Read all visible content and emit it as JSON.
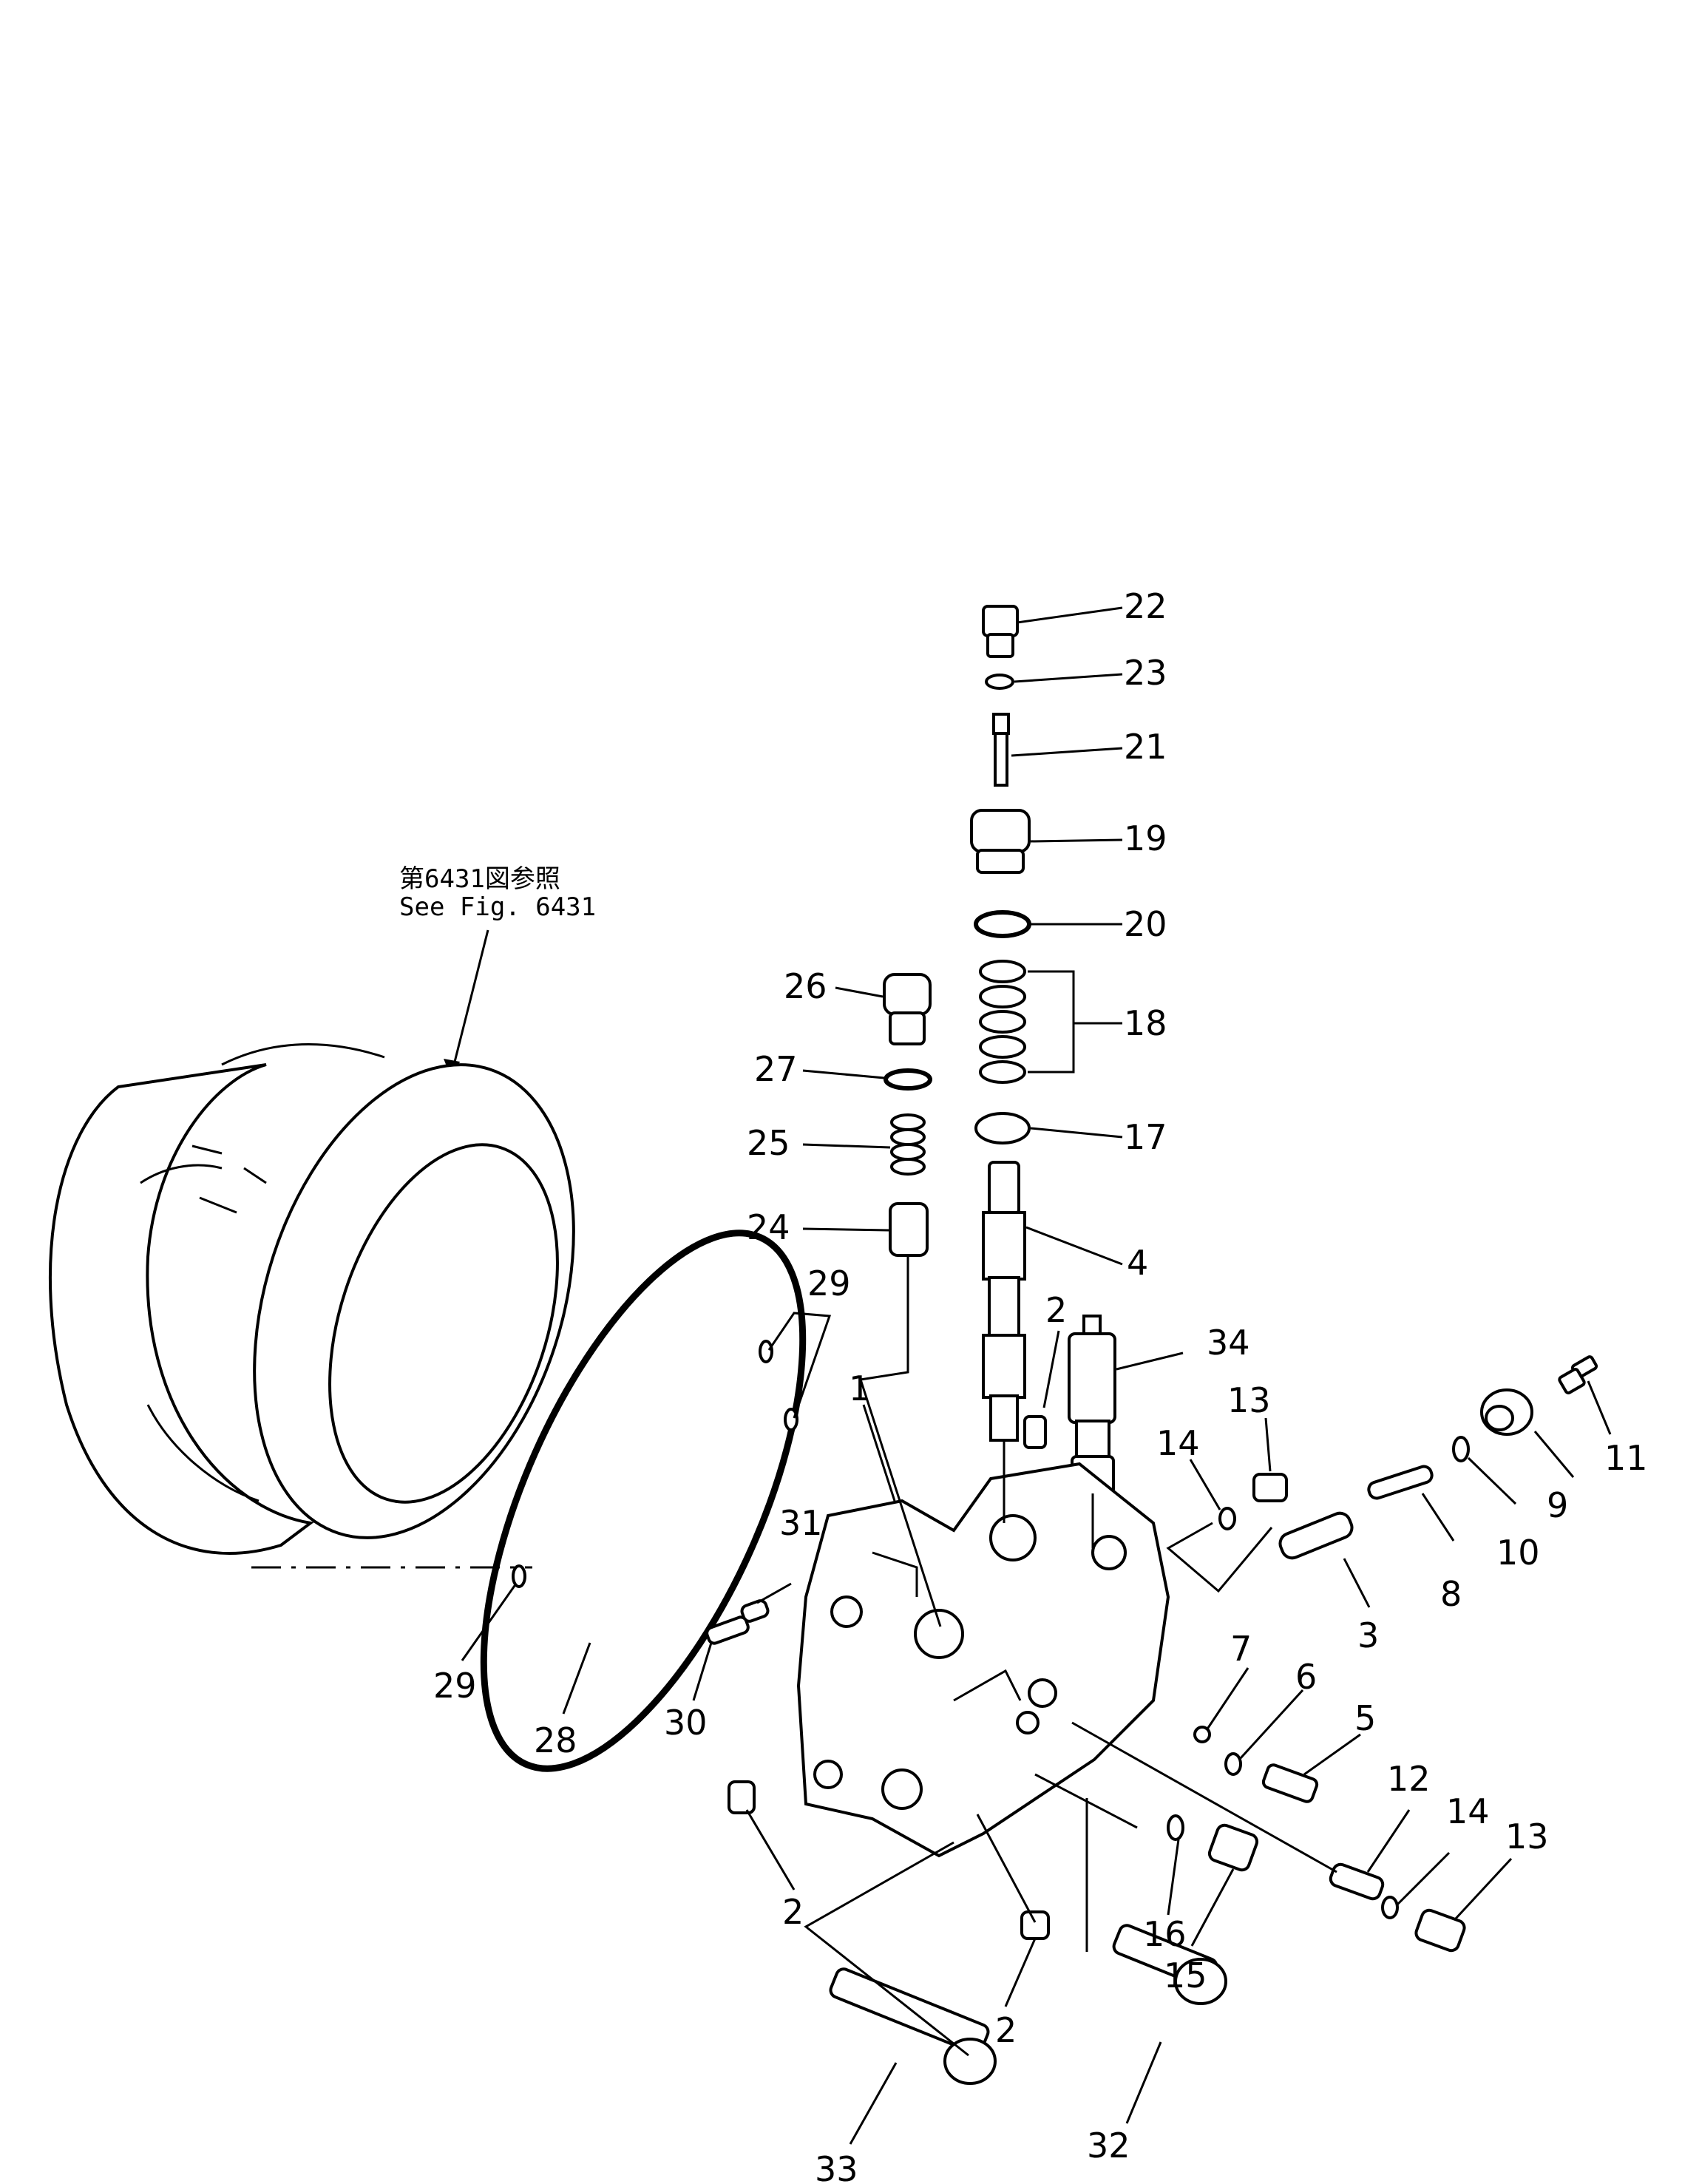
{
  "reference_note": {
    "jp": "第6431図参照",
    "en": "See Fig. 6431"
  },
  "callouts": [
    {
      "id": "22",
      "text": "22"
    },
    {
      "id": "23",
      "text": "23"
    },
    {
      "id": "21",
      "text": "21"
    },
    {
      "id": "19",
      "text": "19"
    },
    {
      "id": "20",
      "text": "20"
    },
    {
      "id": "18",
      "text": "18"
    },
    {
      "id": "26",
      "text": "26"
    },
    {
      "id": "27",
      "text": "27"
    },
    {
      "id": "17",
      "text": "17"
    },
    {
      "id": "25",
      "text": "25"
    },
    {
      "id": "24",
      "text": "24"
    },
    {
      "id": "4",
      "text": "4"
    },
    {
      "id": "29a",
      "text": "29"
    },
    {
      "id": "2a",
      "text": "2"
    },
    {
      "id": "34",
      "text": "34"
    },
    {
      "id": "1",
      "text": "1"
    },
    {
      "id": "13a",
      "text": "13"
    },
    {
      "id": "14a",
      "text": "14"
    },
    {
      "id": "11",
      "text": "11"
    },
    {
      "id": "9",
      "text": "9"
    },
    {
      "id": "31",
      "text": "31"
    },
    {
      "id": "10",
      "text": "10"
    },
    {
      "id": "8",
      "text": "8"
    },
    {
      "id": "3",
      "text": "3"
    },
    {
      "id": "29b",
      "text": "29"
    },
    {
      "id": "28",
      "text": "28"
    },
    {
      "id": "30",
      "text": "30"
    },
    {
      "id": "7",
      "text": "7"
    },
    {
      "id": "6",
      "text": "6"
    },
    {
      "id": "5",
      "text": "5"
    },
    {
      "id": "12",
      "text": "12"
    },
    {
      "id": "14b",
      "text": "14"
    },
    {
      "id": "13b",
      "text": "13"
    },
    {
      "id": "2b",
      "text": "2"
    },
    {
      "id": "16",
      "text": "16"
    },
    {
      "id": "15",
      "text": "15"
    },
    {
      "id": "2c",
      "text": "2"
    },
    {
      "id": "33",
      "text": "33"
    },
    {
      "id": "32",
      "text": "32"
    }
  ]
}
